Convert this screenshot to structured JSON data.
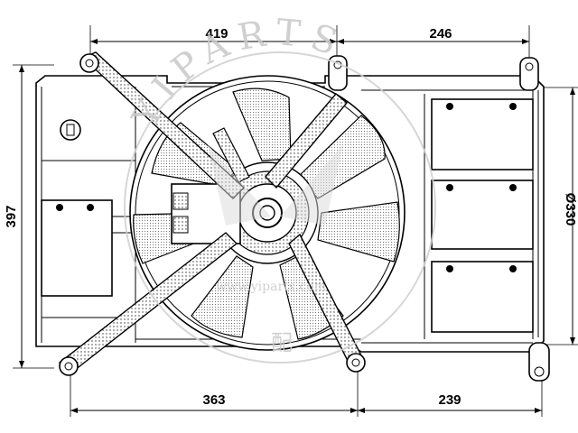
{
  "dimensions": {
    "top_left": "419",
    "top_right": "246",
    "bottom_left": "363",
    "bottom_right": "239",
    "left_height": "397",
    "right_diameter": "Ø330"
  },
  "watermark": {
    "arc_text": "YIPARTS",
    "url_text": "www.yiparts.com",
    "char_text": "配"
  }
}
